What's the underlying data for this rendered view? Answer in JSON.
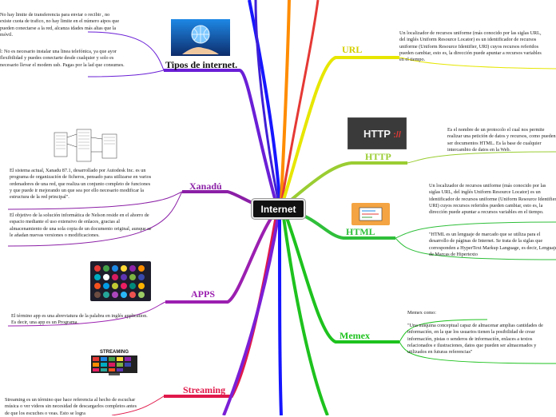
{
  "center": {
    "label": "Internet"
  },
  "nodes": {
    "tipos": "Tipos de internet.",
    "xanadu": "Xanadú",
    "apps": "APPS",
    "streaming": "Streaming",
    "url": "URL",
    "http": "HTTP",
    "html": "HTML",
    "memex": "Memex"
  },
  "texts": {
    "tipos_1": "No hay limite de transferencia para enviar o recibir , no existe cuota de trafico, no hay limite en el número aipos que pueden conectarse a la red, alcanza idades más altas que la móvil.",
    "tipos_2": "l: No es necesario instalar una linea telefónica, ya que ayor flexibilidad y puedes conectarte desde cualquier y solo es necesario llevar el modem usb. Pagas por la lad que consumes.",
    "xanadu_1": "El sistema actual, Xanadu 87.1, desarrollado por Autodesk Inc. es un programa de organización de ficheros, pensado para utilizarse en varios ordenadores de una red, que realiza un conjunto completo de funciones y que puede ir mejorando un que sea por ello necesario modificar la estructura de la red principal\".",
    "xanadu_2": "El objetivo de la solución informática de Nelson reside en el ahorro de espacio mediante el uso extensivo de enlaces, gracias al almacenamiento de una sola copia de un documento original, aunque se le añadan nuevas versiones o modificaciones.",
    "apps_1": "El término app es una abreviatura de la palabra en inglés application. Es decir, una app es un Programa.",
    "streaming_1": "Streaming es un término que hace referencia al hecho de escuchar música o ver videos sin necesidad de descargarlos completos antes de que los escuches o veas. Esto se logra",
    "url_1": "Un localizador de recursos uniforme (más conocido por las siglas URL, del inglés Uniform Resource Locator) es un identificador de recursos uniforme (Uniform Resource Identifier, URI) cuyos recursos referidos pueden cambiar, esto es, la dirección puede apuntar a recursos variables en el tiempo.",
    "http_1": "Es el nombre de un protocolo el cual nos permite realizar una petición de datos y recursos, como pueden ser documentos HTML. Es la base de cualquier intercambio de datos en la Web.",
    "html_1": "Un localizador de recursos uniforme (más conocido por las siglas URL, del inglés Uniform Resource Locator) es un identificador de recursos uniforme (Uniform Resource Identifier, URI) cuyos recursos referidos pueden cambiar, esto es, la dirección puede apuntar a recursos variables en el tiempo.",
    "html_2": "\"HTML es un lenguaje de marcado que se utiliza para el desarrollo de páginas de Internet. Se trata de la siglas que corresponden a HyperText Markup Language, es decir, Lenguaje de Marcas de Hipertexto",
    "memex_1": "Memex como:",
    "memex_2": "\"Una máquina conceptual capaz de almacenar amplias cantidades de información, en la que los usuarios tienen la posibilidad de crear información, pistas o senderos de información, enlaces a textos relacionados e ilustraciones, datos que pueden ser almacenados y utilizados en futuras referencias\""
  },
  "colors": {
    "tipos": "#6a1fd6",
    "xanadu": "#8b1fa6",
    "apps": "#9b1fb0",
    "streaming": "#e0194a",
    "url": "#e6e600",
    "http": "#9acd32",
    "html": "#2fbf3a",
    "memex": "#1ec21e",
    "blue": "#1616ff",
    "orange": "#ff8c00"
  },
  "icons": {
    "tipos": "globe-hand-icon",
    "xanadu": "document-links-diagram",
    "apps": "app-grid-icon",
    "streaming": "streaming-screen-icon",
    "http": "http-banner-icon",
    "html": "html-code-icon"
  }
}
